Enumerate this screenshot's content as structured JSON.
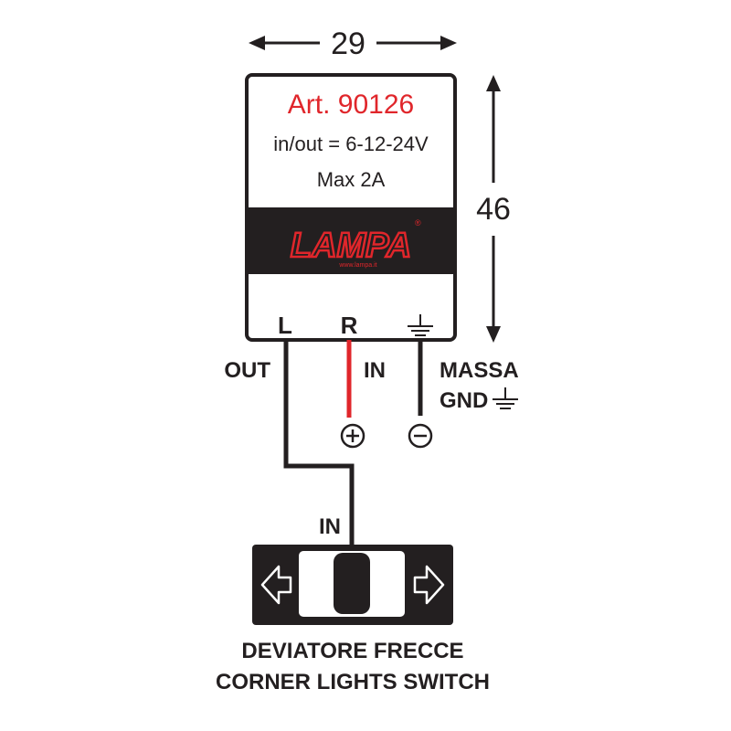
{
  "dimensions": {
    "width_label": "29",
    "height_label": "46"
  },
  "module": {
    "article": "Art. 90126",
    "voltage": "in/out = 6-12-24V",
    "max_current": "Max 2A",
    "brand": "LAMPA",
    "brand_url": "www.lampa.it",
    "brand_registered": "®",
    "terminals": {
      "left": "L",
      "right": "R"
    }
  },
  "wires": {
    "out_label": "OUT",
    "in_label": "IN",
    "massa_label": "MASSA",
    "gnd_label": "GND",
    "plus_symbol": "+",
    "minus_symbol": "−",
    "switch_in_label": "IN"
  },
  "switch": {
    "label_it": "DEVIATORE FRECCE",
    "label_en": "CORNER LIGHTS SWITCH"
  },
  "colors": {
    "line": "#231f20",
    "red_text": "#e0262b",
    "red_wire": "#e0262b",
    "band": "#231f20"
  }
}
